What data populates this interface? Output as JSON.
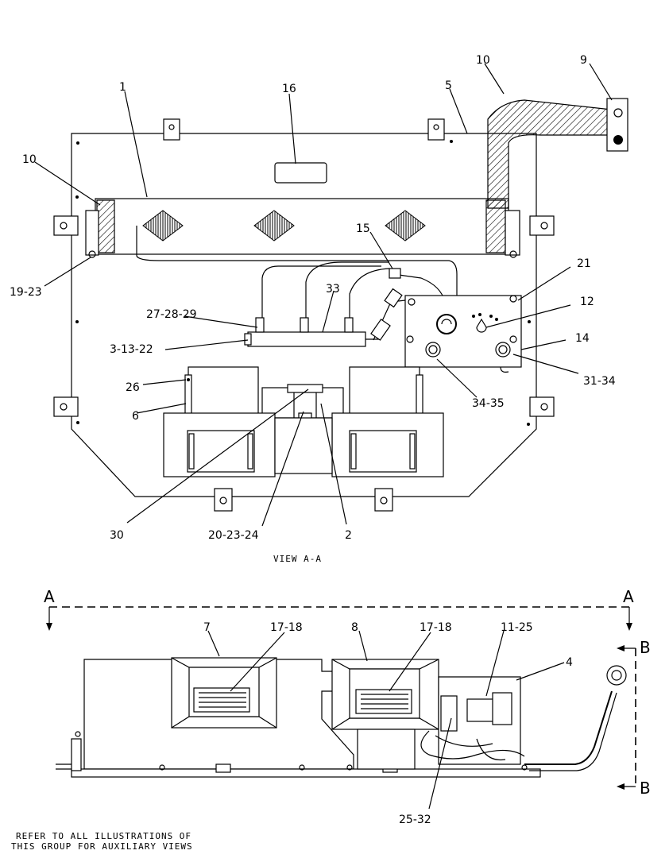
{
  "view_title": "VIEW A-A",
  "footnote": [
    "REFER TO ALL ILLUSTRATIONS OF",
    "THIS GROUP FOR AUXILIARY VIEWS"
  ],
  "section_letters": {
    "a_left": "A",
    "a_right": "A",
    "b_top": "B",
    "b_bottom": "B"
  },
  "callouts_top": {
    "c1": "1",
    "c16": "16",
    "c5": "5",
    "c10a": "10",
    "c9": "9",
    "c10b": "10",
    "c19_23": "19-23",
    "c15": "15",
    "c21": "21",
    "c33": "33",
    "c12": "12",
    "c27_28_29": "27-28-29",
    "c3_13_22": "3-13-22",
    "c14": "14",
    "c31_34": "31-34",
    "c26": "26",
    "c34_35": "34-35",
    "c6": "6",
    "c30": "30",
    "c20_23_24": "20-23-24",
    "c2": "2"
  },
  "callouts_bottom": {
    "c7": "7",
    "c17_18a": "17-18",
    "c8": "8",
    "c17_18b": "17-18",
    "c11_25": "11-25",
    "c4": "4",
    "c25_32": "25-32"
  }
}
